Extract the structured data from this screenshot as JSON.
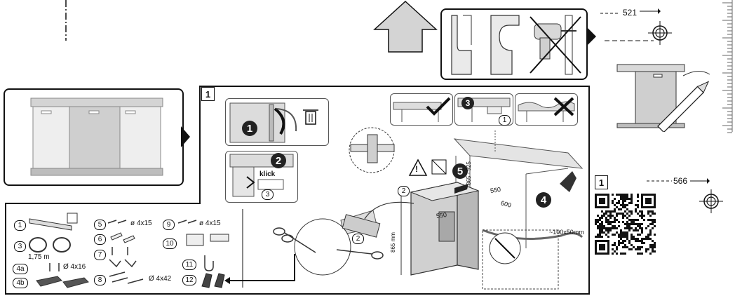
{
  "top_right": {
    "dim_521": "521",
    "dim_566": "566"
  },
  "section": {
    "number": "1",
    "qr_section_number": "1"
  },
  "steps": [
    "1",
    "2",
    "3",
    "4",
    "5"
  ],
  "install": {
    "klick": "klick",
    "dim_550_a": "550",
    "dim_550_b": "550",
    "dim_600": "600",
    "dim_865_925": "865 - 925",
    "dim_865mm": "865 mm",
    "dim_100x50": "~100x50mm",
    "badge_2a": "2",
    "badge_2b": "2",
    "badge_2c": "2",
    "badge_3": "3",
    "badge_12": "12",
    "badge_1_small": "1"
  },
  "parts": {
    "p1": "1",
    "p3": "3",
    "p3_len": "1,75 m",
    "p4a": "4a",
    "p4a_spec": "Ø 4x16",
    "p4b": "4b",
    "p5": "5",
    "p5_spec": "ø 4x15",
    "p6": "6",
    "p7": "7",
    "p8": "8",
    "p8_spec": "Ø 4x42",
    "p9": "9",
    "p9_spec": "ø 4x15",
    "p10": "10",
    "p11": "11",
    "p12": "12"
  }
}
